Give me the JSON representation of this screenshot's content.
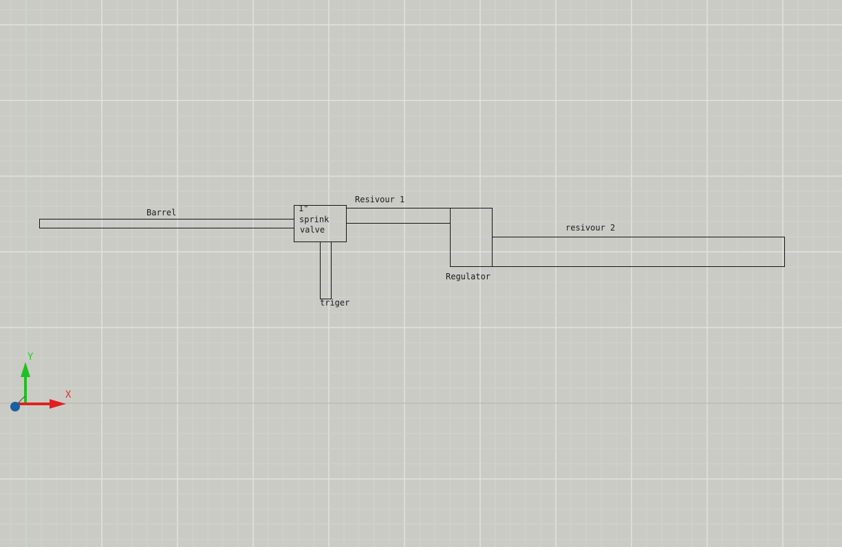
{
  "drawing": {
    "labels": {
      "barrel": "Barrel",
      "valve_line1": "1\"",
      "valve_line2": "sprink",
      "valve_line3": "valve",
      "reservoir1": "Resivour 1",
      "reservoir2": "resivour 2",
      "regulator": "Regulator",
      "trigger": "triger"
    }
  },
  "ucs": {
    "x_label": "X",
    "y_label": "Y"
  },
  "colors": {
    "background": "#cbcbc6",
    "grid_minor": "#d3d3cf",
    "grid_major": "#e2e2de",
    "x_axis": "#e02020",
    "y_axis": "#20c020",
    "origin": "#1a5fa0"
  }
}
